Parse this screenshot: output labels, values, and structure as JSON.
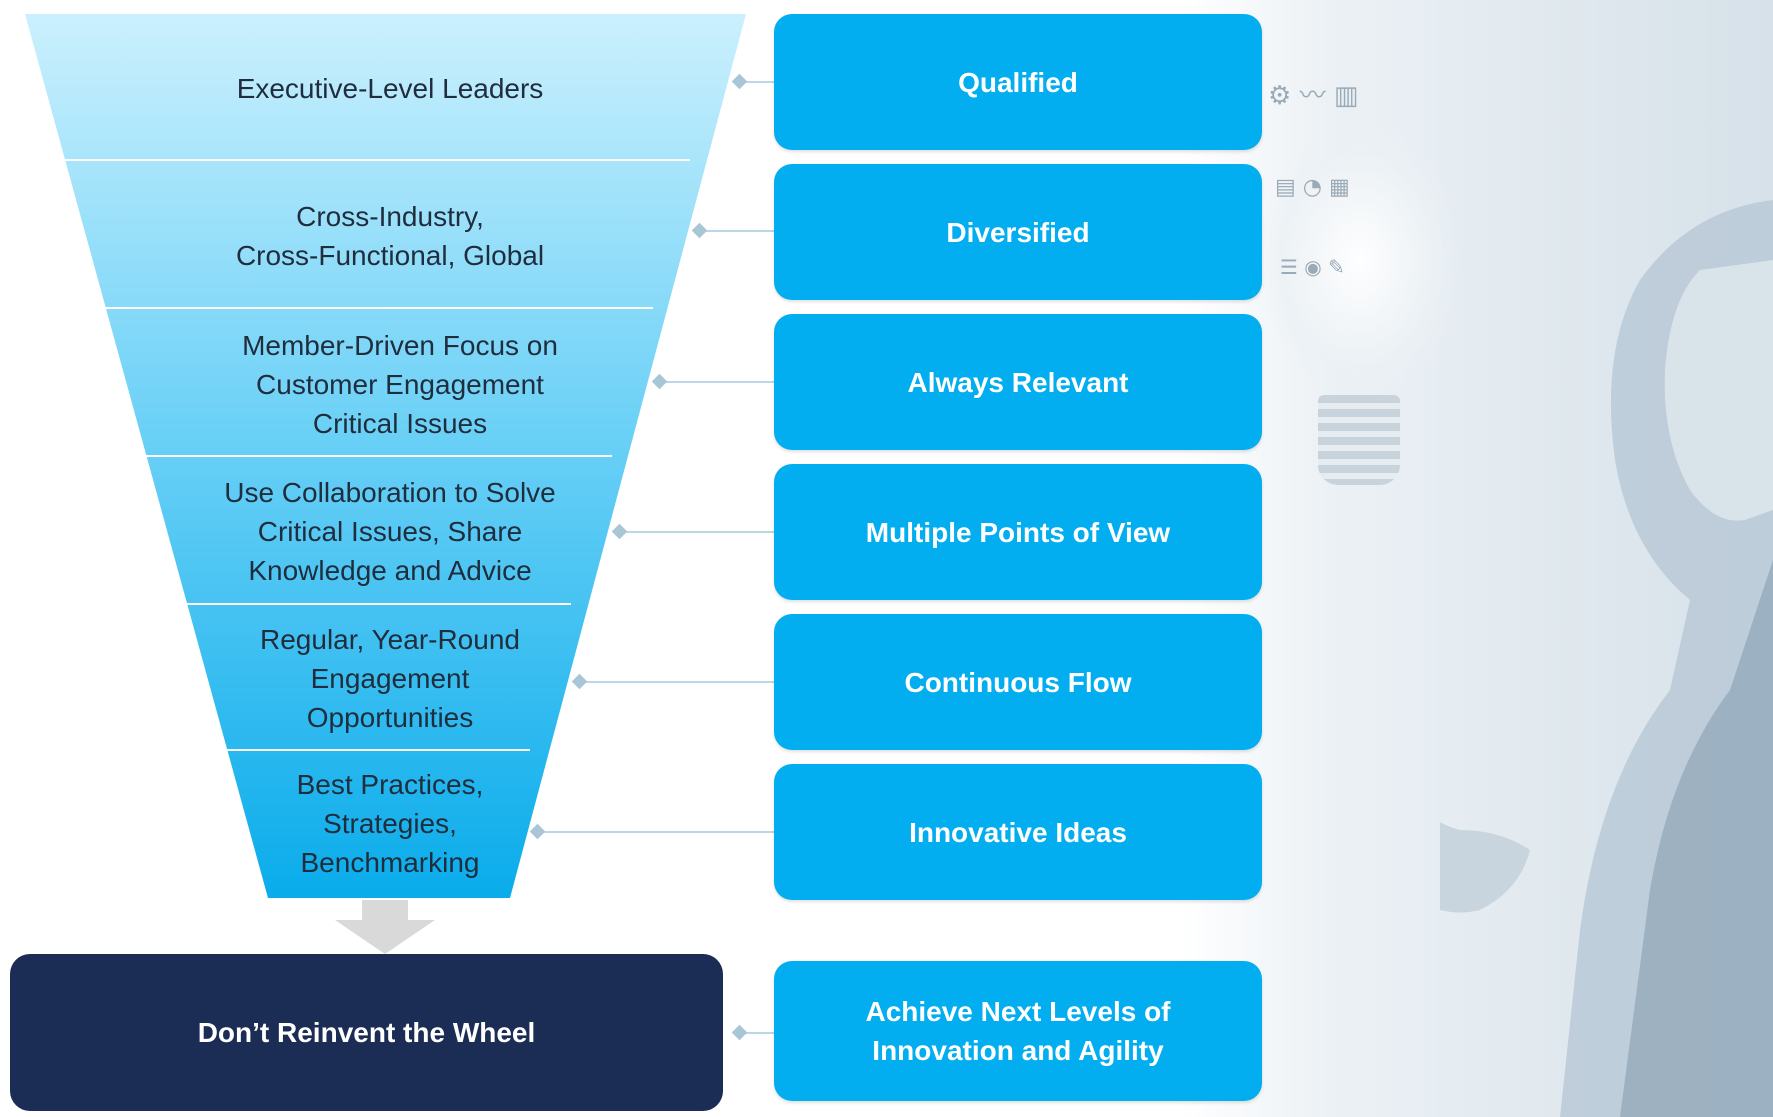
{
  "funnel": {
    "levels": [
      {
        "lines": [
          "Executive-Level Leaders"
        ],
        "benefit": "Qualified"
      },
      {
        "lines": [
          "Cross-Industry,",
          "Cross-Functional, Global"
        ],
        "benefit": "Diversified"
      },
      {
        "lines": [
          "Member-Driven Focus on",
          "Customer Engagement",
          "Critical Issues"
        ],
        "benefit": "Always Relevant"
      },
      {
        "lines": [
          "Use Collaboration to Solve",
          "Critical Issues, Share",
          "Knowledge and Advice"
        ],
        "benefit": "Multiple Points of View"
      },
      {
        "lines": [
          "Regular, Year-Round",
          "Engagement",
          "Opportunities"
        ],
        "benefit": "Continuous Flow"
      },
      {
        "lines": [
          "Best Practices,",
          "Strategies,",
          "Benchmarking"
        ],
        "benefit": "Innovative Ideas"
      }
    ]
  },
  "outcome": {
    "label": "Don’t Reinvent the Wheel",
    "benefit_lines": [
      "Achieve Next Levels of",
      "Innovation and Agility"
    ]
  },
  "colors": {
    "benefit_box": "#02aeef",
    "outcome_box": "#1b2d55",
    "funnel_top": "#cbf0fd",
    "funnel_bottom": "#0aaceb",
    "arrow": "#d9d9d9"
  },
  "icons": {
    "background": "businessman-lightbulb-illustration",
    "arrow": "down-arrow-icon",
    "connector_end": "diamond-icon"
  }
}
